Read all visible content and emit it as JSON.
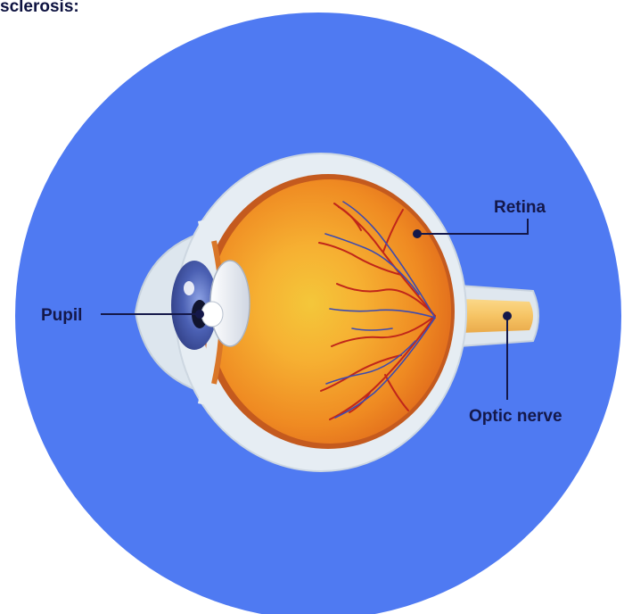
{
  "heading": {
    "text": "sclerosis:"
  },
  "colors": {
    "background_circle": "#4f7af2",
    "sclera": "#e6edf3",
    "choroid": "#c45a1e",
    "eyeball": "#ef8c22",
    "macula_center": "#f5c83a",
    "iris": "#3b4f9e",
    "nerve": "#f8c86e",
    "vessel_red": "#c0261a",
    "vessel_blue": "#3d4ab0",
    "callout": "#14184a"
  },
  "labels": {
    "pupil": "Pupil",
    "retina": "Retina",
    "optic_nerve": "Optic nerve"
  }
}
